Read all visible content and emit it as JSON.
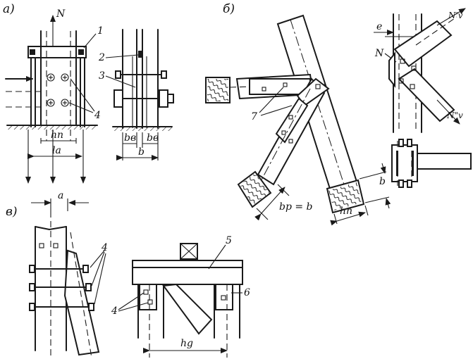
{
  "panels": {
    "a": "a)",
    "b": "б)",
    "v": "в)"
  },
  "labels": {
    "N": "N",
    "one": "1",
    "two": "2",
    "three": "3",
    "four_a": "4",
    "four_v_top": "4",
    "four_v_bottom": "4",
    "five": "5",
    "six": "6",
    "seven": "7",
    "N_b": "N",
    "e": "e",
    "Nv_top": "N'v",
    "Nv_bottom": "N\"v"
  },
  "dimensions": {
    "hn_a": "hп",
    "la": "lа",
    "b_left": "bв",
    "b_mid": "b",
    "b_right": "bв",
    "bp": "bp = b",
    "b_bottom": "b",
    "hn_b": "hп",
    "a_v": "a",
    "hg": "hg"
  }
}
